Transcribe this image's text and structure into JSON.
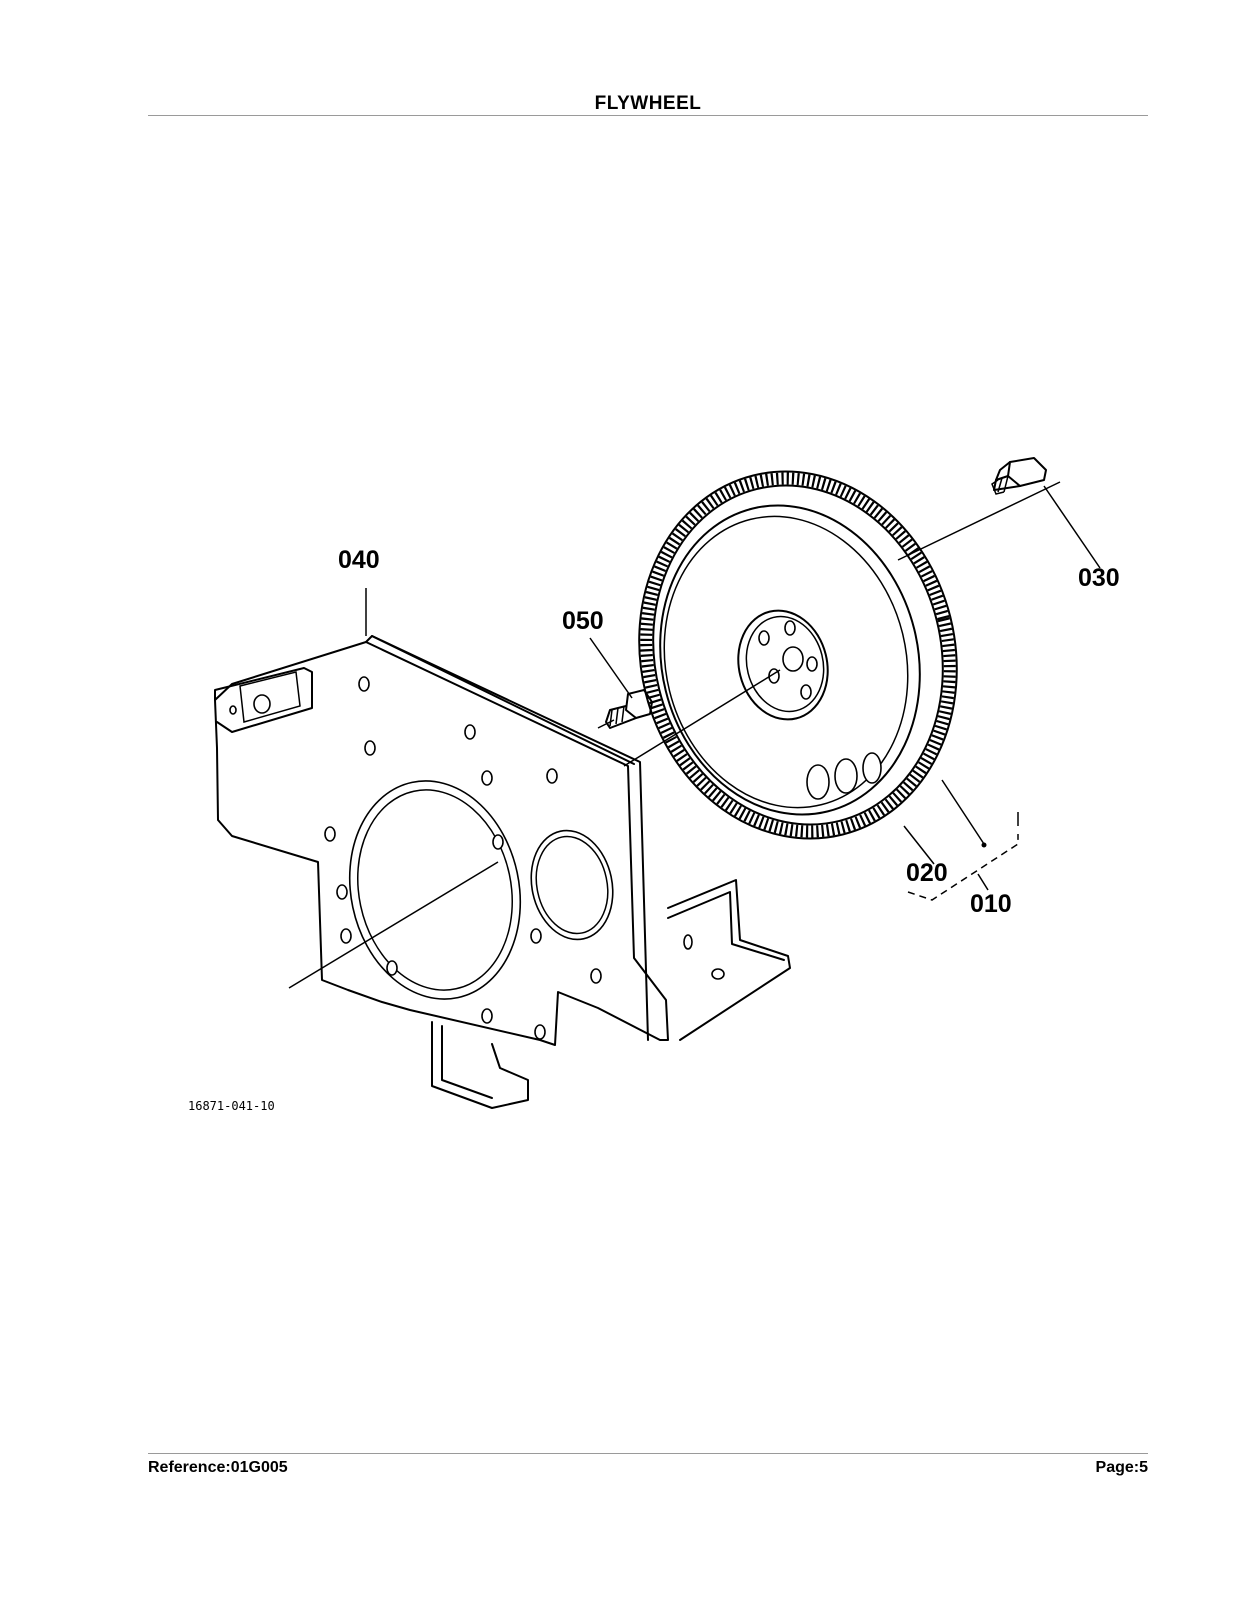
{
  "header": {
    "title": "FLYWHEEL"
  },
  "diagram": {
    "drawing_id": "16871-041-10",
    "callouts": {
      "c010": "010",
      "c020": "020",
      "c030": "030",
      "c040": "040",
      "c050": "050"
    }
  },
  "footer": {
    "reference": "Reference:01G005",
    "page": "Page:5"
  }
}
